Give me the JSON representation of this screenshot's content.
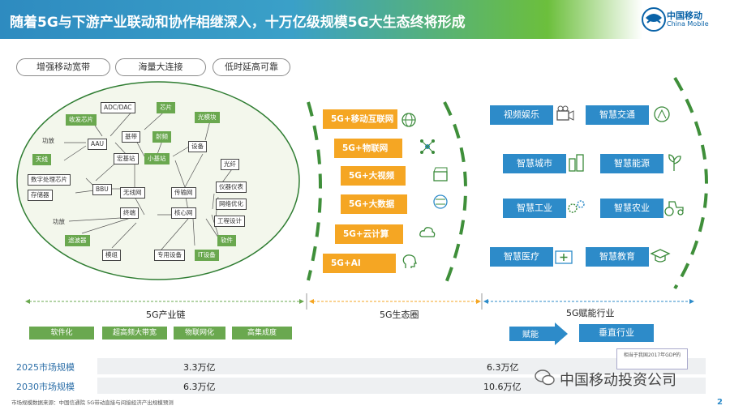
{
  "header": {
    "title": "随着5G与下游产业联动和协作相继深入，十万亿级规模5G大生态终将形成",
    "logo_cn": "中国移动",
    "logo_en": "China Mobile"
  },
  "pills": [
    "增强移动宽带",
    "海量大连接",
    "低时延高可靠"
  ],
  "chain": {
    "boxes": {
      "adc": "ADC/DAC",
      "chip": "芯片",
      "transceiver": "收发芯片",
      "optmod": "光模块",
      "pa": "功放",
      "aau": "AAU",
      "baseband": "基带",
      "rf": "射频",
      "device": "设备",
      "antenna": "天线",
      "macro": "宏基站",
      "small": "小基站",
      "fiber": "光纤",
      "dsp": "数字处理芯片",
      "bbu": "BBU",
      "wireless": "无线网",
      "transport": "传输网",
      "instrument": "仪器仪表",
      "storage": "存储器",
      "netopt": "网络优化",
      "terminal": "终端",
      "core": "核心网",
      "eng": "工程设计",
      "pa2": "功放",
      "software": "软件",
      "filter": "滤波器",
      "module": "模组",
      "special": "专用设备",
      "it": "IT设备"
    },
    "label": "5G产业链",
    "tags": [
      "软件化",
      "超高频大带宽",
      "物联网化",
      "高集成度"
    ]
  },
  "eco": {
    "items": [
      "5G+移动互联网",
      "5G+物联网",
      "5G+大视频",
      "5G+大数据",
      "5G+云计算",
      "5G+AI"
    ],
    "label": "5G生态圈"
  },
  "industry": {
    "items": [
      "视频娱乐",
      "智慧交通",
      "智慧城市",
      "智慧能源",
      "智慧工业",
      "智慧农业",
      "智慧医疗",
      "智慧教育"
    ],
    "label": "5G赋能行业",
    "arrow_label": "赋能",
    "vertical": "垂直行业"
  },
  "market": {
    "row2025": {
      "label": "2025市场规模",
      "chain": "3.3万亿",
      "rest": "6.3万亿"
    },
    "row2030": {
      "label": "2030市场规模",
      "chain": "6.3万亿",
      "rest": "10.6万亿"
    }
  },
  "callout": "相当于我国2017年GDP的",
  "watermark": "中国移动投资公司",
  "source_note": "市场规模数据来源：中国信通院 5G带动直接与间接经济产出规模预测",
  "page_number": "2",
  "colors": {
    "green": "#6aa84f",
    "blue": "#2d8bc9",
    "yellow": "#f5a623",
    "arc": "#3f8f3a"
  }
}
